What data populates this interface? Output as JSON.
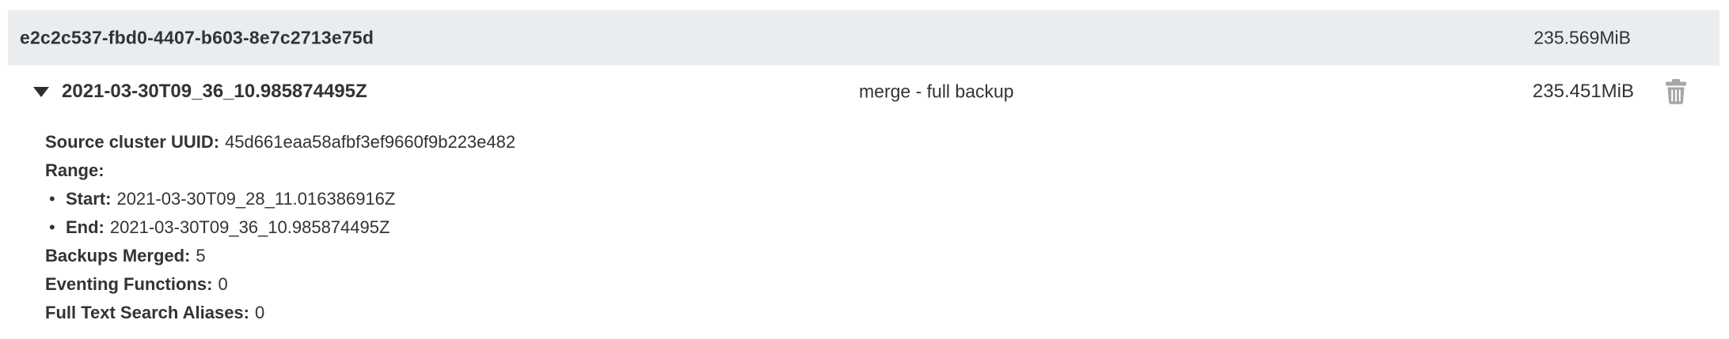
{
  "colors": {
    "header_bg": "#e9edf0",
    "text": "#333333",
    "trash_icon": "#a6a6a6",
    "caret": "#2f2f2f"
  },
  "repository": {
    "uuid": "e2c2c537-fbd0-4407-b603-8e7c2713e75d",
    "total_size": "235.569MiB"
  },
  "backup": {
    "timestamp": "2021-03-30T09_36_10.985874495Z",
    "type": "merge - full backup",
    "size": "235.451MiB",
    "caret_icon": "chevron-down-icon",
    "delete_icon": "trash-icon"
  },
  "details": {
    "source_cluster_uuid_label": "Source cluster UUID:",
    "source_cluster_uuid": "45d661eaa58afbf3ef9660f9b223e482",
    "range_label": "Range:",
    "start_label": "Start:",
    "start_value": "2021-03-30T09_28_11.016386916Z",
    "end_label": "End:",
    "end_value": "2021-03-30T09_36_10.985874495Z",
    "backups_merged_label": "Backups Merged:",
    "backups_merged_value": "5",
    "eventing_functions_label": "Eventing Functions:",
    "eventing_functions_value": "0",
    "fts_aliases_label": "Full Text Search Aliases:",
    "fts_aliases_value": "0",
    "bullet_glyph": "•"
  }
}
